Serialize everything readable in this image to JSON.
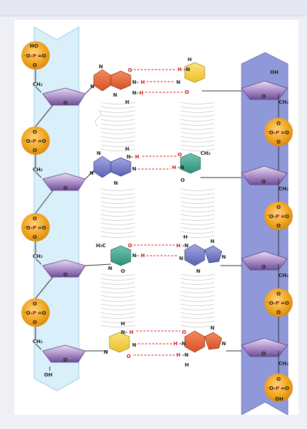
{
  "diagram": {
    "colors": {
      "left_backbone": "#d9f0fb",
      "right_backbone": "#8f98d8",
      "phosphate": "#f0a21a",
      "sugar": "#a98bc6",
      "purine_orange": "#e8643a",
      "purine_blue": "#6f77c4",
      "pyrimidine_yellow": "#f4d23b",
      "pyrimidine_teal": "#3fa38f",
      "hydrogen_bond": "#d91e1e"
    },
    "labels": {
      "phosphate_group": "P",
      "oh": "OH",
      "ho": "HO",
      "ch2": "CH₂",
      "ch3": "CH₃",
      "h3c": "H₃C",
      "o": "O",
      "n": "N",
      "h": "H"
    },
    "base_pairs": [
      {
        "left_base": "purine",
        "left_color": "orange",
        "right_base": "pyrimidine",
        "right_color": "yellow",
        "h_bonds": 3
      },
      {
        "left_base": "purine",
        "left_color": "blue",
        "right_base": "pyrimidine",
        "right_color": "teal",
        "h_bonds": 2
      },
      {
        "left_base": "pyrimidine",
        "left_color": "teal",
        "right_base": "purine",
        "right_color": "blue",
        "h_bonds": 2
      },
      {
        "left_base": "pyrimidine",
        "left_color": "yellow",
        "right_base": "purine",
        "right_color": "orange",
        "h_bonds": 3
      }
    ]
  }
}
